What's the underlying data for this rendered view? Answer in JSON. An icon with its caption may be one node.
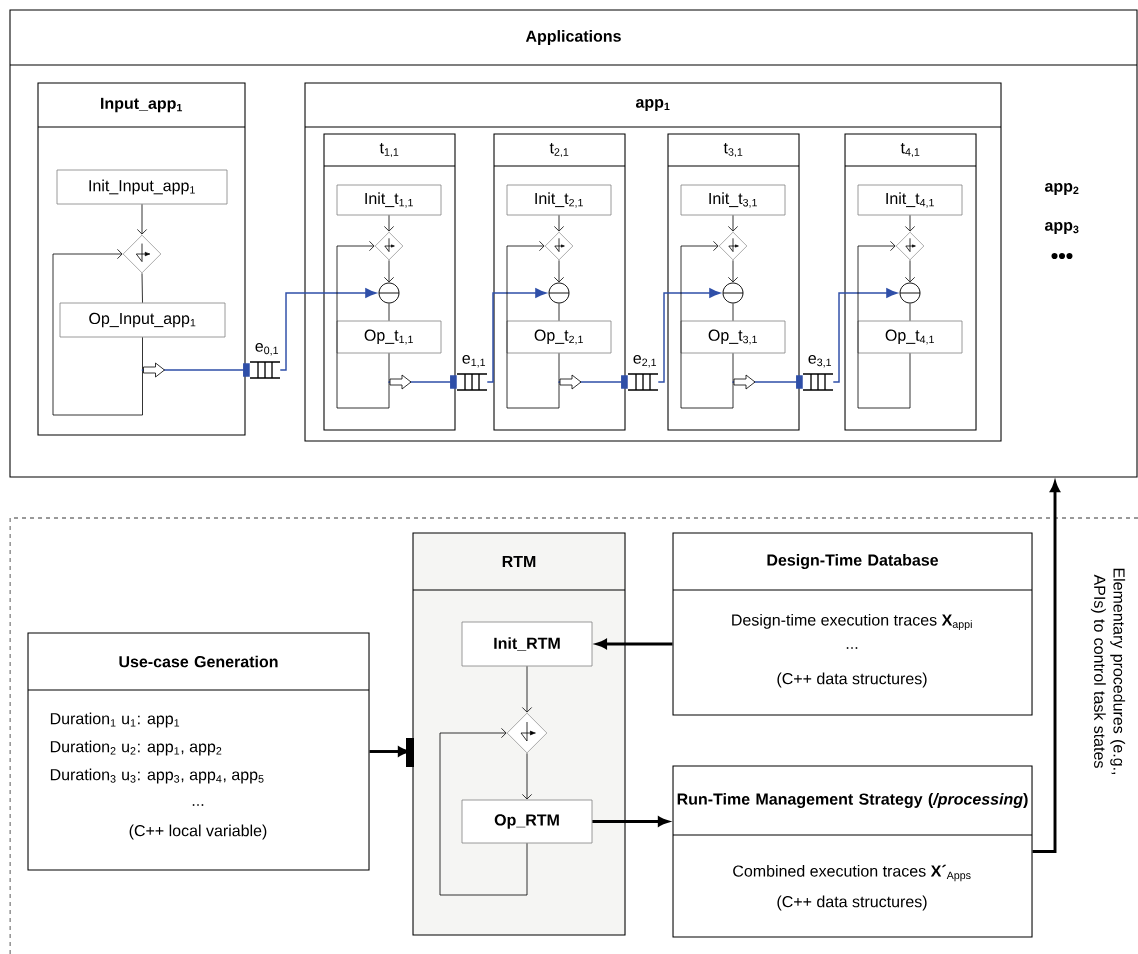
{
  "diagram": {
    "nodes": [
      {
        "text": [
          "Applications"
        ]
      },
      {
        "text": [
          "Input_app$_{1}$"
        ],
        "in": 0
      },
      {
        "text": [
          "Init_Input_app$_{1}$"
        ],
        "in": 1
      },
      {
        "text": [],
        "shape": "diamond",
        "in": 1
      },
      {
        "text": [
          "Op_Input_app$_{1}$"
        ],
        "in": 1
      },
      {
        "text": [
          "app$_{1}$"
        ],
        "in": 0
      },
      {
        "text": [
          "t$_{1,1}$"
        ],
        "in": 5
      },
      {
        "text": [
          "Init_t$_{1,1}$"
        ],
        "in": 6
      },
      {
        "text": [],
        "shape": "diamond",
        "in": 6
      },
      {
        "text": [],
        "shape": "circle",
        "in": 6
      },
      {
        "text": [
          "Op_t$_{1,1}$"
        ],
        "in": 6
      },
      {
        "text": [
          "t$_{2,1}$"
        ],
        "in": 5
      },
      {
        "text": [
          "Init_t$_{2,1}$"
        ],
        "in": 11
      },
      {
        "text": [],
        "shape": "diamond",
        "in": 11
      },
      {
        "text": [],
        "shape": "circle",
        "in": 11
      },
      {
        "text": [
          "Op_t$_{2,1}$"
        ],
        "in": 11
      },
      {
        "text": [
          "t$_{3,1}$"
        ],
        "in": 5
      },
      {
        "text": [
          "Init_t$_{3,1}$"
        ],
        "in": 16
      },
      {
        "text": [],
        "shape": "diamond",
        "in": 16
      },
      {
        "text": [],
        "shape": "circle",
        "in": 16
      },
      {
        "text": [
          "Op_t$_{3,1}$"
        ],
        "in": 16
      },
      {
        "text": [
          "t$_{4,1}$"
        ],
        "in": 5
      },
      {
        "text": [
          "Init_t$_{4,1}$"
        ],
        "in": 21
      },
      {
        "text": [],
        "shape": "diamond",
        "in": 21
      },
      {
        "text": [],
        "shape": "circle",
        "in": 21
      },
      {
        "text": [
          "Op_t$_{4,1}$"
        ],
        "in": 21
      },
      {
        "text": [
          "e$_{0,1}$"
        ],
        "in": 0
      },
      {
        "text": [
          "e$_{1,1}$"
        ],
        "in": 5
      },
      {
        "text": [
          "e$_{2,1}$"
        ],
        "in": 5
      },
      {
        "text": [
          "e$_{3,1}$"
        ],
        "in": 5
      },
      {
        "text": [
          "Use-case Generation",
          "Duration$_{1}$ u$_{1}$: app$_{1}$",
          "Duration$_{2}$ u$_{2}$: app$_{1}$, app$_{2}$",
          "Duration$_{3}$ u$_{3}$: app$_{3}$, app$_{4}$, app$_{5}$",
          "...",
          "(C++ local variable)"
        ]
      },
      {
        "text": [
          "RTM"
        ]
      },
      {
        "text": [
          "Init_RTM"
        ],
        "in": 31
      },
      {
        "text": [],
        "shape": "diamond",
        "in": 31
      },
      {
        "text": [
          "Op_RTM"
        ],
        "in": 31
      },
      {
        "text": [
          "Design-Time Database",
          "Design-time execution traces **X**$_{appi}$",
          "...",
          "(C++ data structures)"
        ]
      },
      {
        "text": [
          "Run-Time Management Strategy (*/processing*)",
          "Combined execution traces **X´**$_{Apps}$",
          "(C++ data structures)"
        ]
      }
    ],
    "edges": [
      {
        "from": 2,
        "to": 3,
        "arrow": "to"
      },
      {
        "from": 3,
        "to": 4,
        "arrow": "none"
      },
      {
        "from": 4,
        "to": 3,
        "arrow": "to"
      },
      {
        "from": 4,
        "to": 26,
        "arrow": "other",
        "color": "#2f4fa8"
      },
      {
        "from": 26,
        "to": 9,
        "arrow": "to",
        "color": "#2f4fa8"
      },
      {
        "from": 7,
        "to": 8,
        "arrow": "to"
      },
      {
        "from": 8,
        "to": 9,
        "arrow": "to"
      },
      {
        "from": 9,
        "to": 10,
        "arrow": "none"
      },
      {
        "from": 10,
        "to": 8,
        "arrow": "to"
      },
      {
        "from": 10,
        "to": 27,
        "arrow": "other",
        "color": "#2f4fa8"
      },
      {
        "from": 27,
        "to": 14,
        "arrow": "to",
        "color": "#2f4fa8"
      },
      {
        "from": 12,
        "to": 13,
        "arrow": "to"
      },
      {
        "from": 13,
        "to": 14,
        "arrow": "to"
      },
      {
        "from": 14,
        "to": 15,
        "arrow": "none"
      },
      {
        "from": 15,
        "to": 13,
        "arrow": "to"
      },
      {
        "from": 15,
        "to": 28,
        "arrow": "other",
        "color": "#2f4fa8"
      },
      {
        "from": 28,
        "to": 19,
        "arrow": "to",
        "color": "#2f4fa8"
      },
      {
        "from": 17,
        "to": 18,
        "arrow": "to"
      },
      {
        "from": 18,
        "to": 19,
        "arrow": "to"
      },
      {
        "from": 19,
        "to": 20,
        "arrow": "none"
      },
      {
        "from": 20,
        "to": 18,
        "arrow": "to"
      },
      {
        "from": 20,
        "to": 29,
        "arrow": "other",
        "color": "#2f4fa8"
      },
      {
        "from": 29,
        "to": 24,
        "arrow": "to",
        "color": "#2f4fa8"
      },
      {
        "from": 22,
        "to": 23,
        "arrow": "to"
      },
      {
        "from": 23,
        "to": 24,
        "arrow": "to"
      },
      {
        "from": 24,
        "to": 25,
        "arrow": "none"
      },
      {
        "from": 25,
        "to": 23,
        "arrow": "to"
      },
      {
        "from": 30,
        "to": 31,
        "arrow": "to",
        "style": "thick"
      },
      {
        "from": 35,
        "to": 32,
        "arrow": "to",
        "style": "thick"
      },
      {
        "from": 32,
        "to": 33,
        "arrow": "to"
      },
      {
        "from": 33,
        "to": 34,
        "arrow": "to"
      },
      {
        "from": 34,
        "to": 33,
        "arrow": "to"
      },
      {
        "from": 34,
        "to": 36,
        "arrow": "to",
        "style": "thick"
      },
      {
        "from": 36,
        "to": 0,
        "arrow": "to",
        "style": "thick",
        "label": "Elementary procedures (e.g., APIs) to control task states"
      }
    ],
    "labels": [
      "app$_{2}$",
      "app$_{3}$",
      "•••"
    ]
  }
}
